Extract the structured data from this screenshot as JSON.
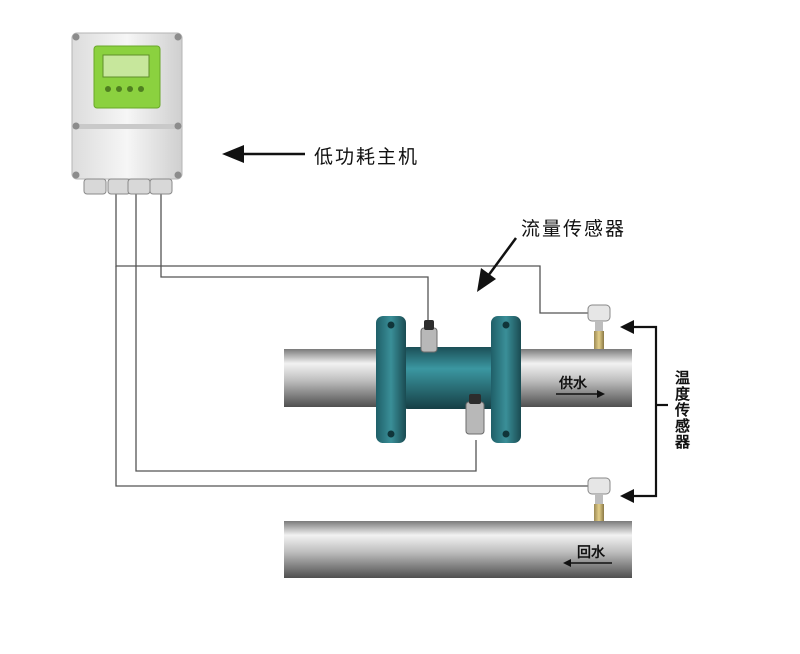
{
  "labels": {
    "host_unit": "低功耗主机",
    "flow_sensor": "流量传感器",
    "temperature_sensor": "温度传感器",
    "supply_water": "供水",
    "return_water": "回水"
  },
  "colors": {
    "pipe_light": "#e9e9e9",
    "pipe_mid": "#a9a9a9",
    "pipe_dark": "#5c5c5c",
    "flow_body": "#2f7d86",
    "flow_body_dark": "#1d5a62",
    "host_body": "#ececec",
    "host_screen": "#8bd13f",
    "wire": "#555555",
    "arrow": "#111111"
  },
  "icons": {
    "host": "converter-unit-icon",
    "flow_meter": "flanged-flow-meter-icon",
    "temp_sensor": "temperature-probe-icon"
  }
}
